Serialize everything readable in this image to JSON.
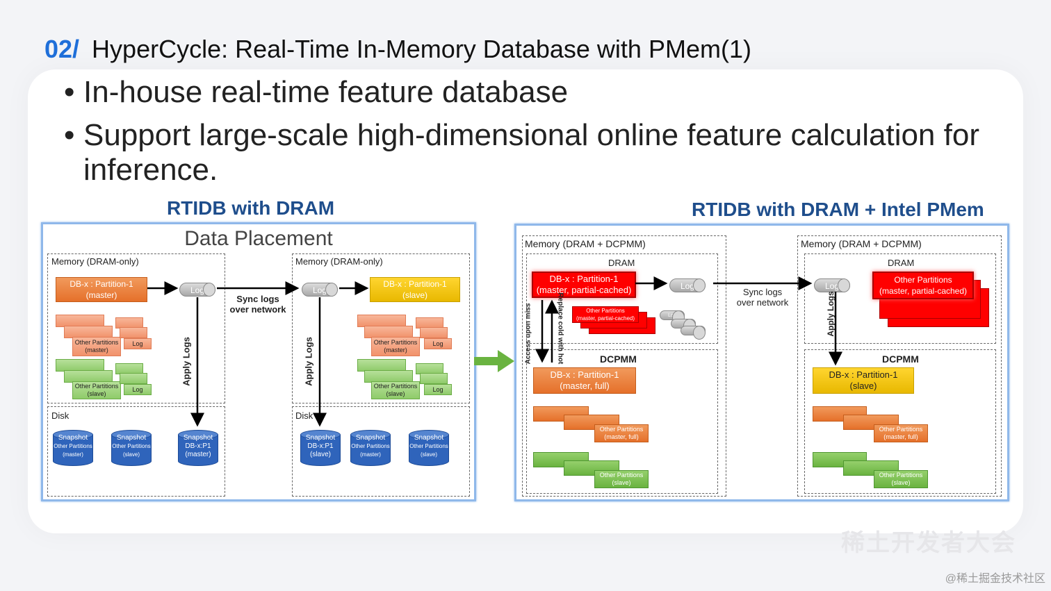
{
  "header": {
    "number": "02/",
    "title": "HyperCycle: Real-Time In-Memory Database with PMem(1)"
  },
  "bullets": [
    "In-house real-time feature database",
    "Support large-scale high-dimensional online feature calculation for inference."
  ],
  "left_diagram": {
    "heading": "RTIDB with DRAM",
    "title": "Data Placement",
    "memory_label": "Memory (DRAM-only)",
    "disk_label": "Disk",
    "master_partition": "DB-x : Partition-1\n(master)",
    "slave_partition": "DB-x : Partition-1\n(slave)",
    "log": "Log",
    "other_master": "Other Partitions\n(master)",
    "other_slave": "Other Partitions\n(slave)",
    "apply_logs": "Apply Logs",
    "sync_logs": "Sync logs\nover network",
    "snapshot": "Snapshot",
    "snap_other_master": "Other Partitions\n(master)",
    "snap_other_slave": "Other Partitions\n(slave)",
    "snap_p1_master": "DB-x:P1\n(master)",
    "snap_p1_slave": "DB-x:P1\n(slave)"
  },
  "right_diagram": {
    "heading": "RTIDB with DRAM + Intel PMem",
    "memory_label": "Memory (DRAM + DCPMM)",
    "dram": "DRAM",
    "dcpmm": "DCPMM",
    "master_cached": "DB-x : Partition-1\n(master, partial-cached)",
    "other_cached": "Other Partitions\n(master, partial-cached)",
    "log": "Log",
    "access_miss": "Access upon miss",
    "replace_cold": "Replace cold with hot",
    "master_full": "DB-x : Partition-1\n(master, full)",
    "other_master_full": "Other Partitions\n(master, full)",
    "other_slave": "Other Partitions\n(slave)",
    "slave": "DB-x : Partition-1\n(slave)",
    "apply_logs": "Apply Logs",
    "sync_logs": "Sync logs\nover network"
  },
  "watermark": "稀土开发者大会",
  "credit": "@稀土掘金技术社区",
  "colors": {
    "accent": "#1f6fd9",
    "heading": "#1f4e8c",
    "arrow": "#6ab340"
  }
}
